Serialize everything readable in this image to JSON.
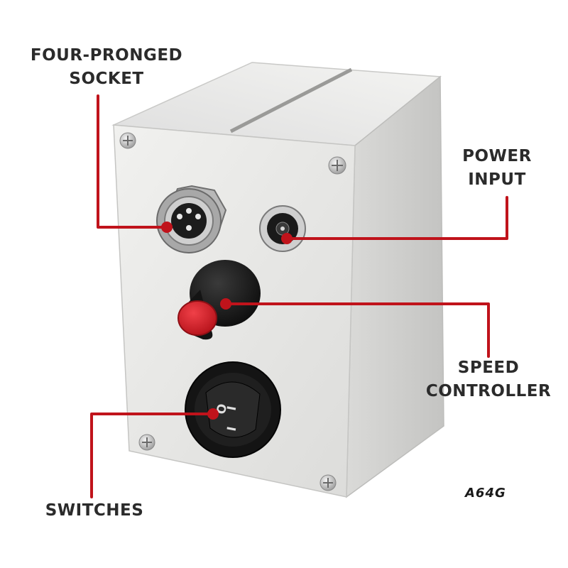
{
  "labels": {
    "socket": [
      "FOUR-PRONGED",
      "SOCKET"
    ],
    "power": [
      "POWER",
      "INPUT"
    ],
    "speed": [
      "SPEED",
      "CONTROLLER"
    ],
    "switches": [
      "SWITCHES"
    ]
  },
  "switch_symbols": [
    "O",
    "I",
    "I"
  ],
  "watermark": "A64G",
  "colors": {
    "callout_line": "#c0131b",
    "label_text": "#2b2b2b",
    "box_front": "#ececea",
    "box_side": "#d6d6d4",
    "knob_cap": "#d8202a"
  }
}
